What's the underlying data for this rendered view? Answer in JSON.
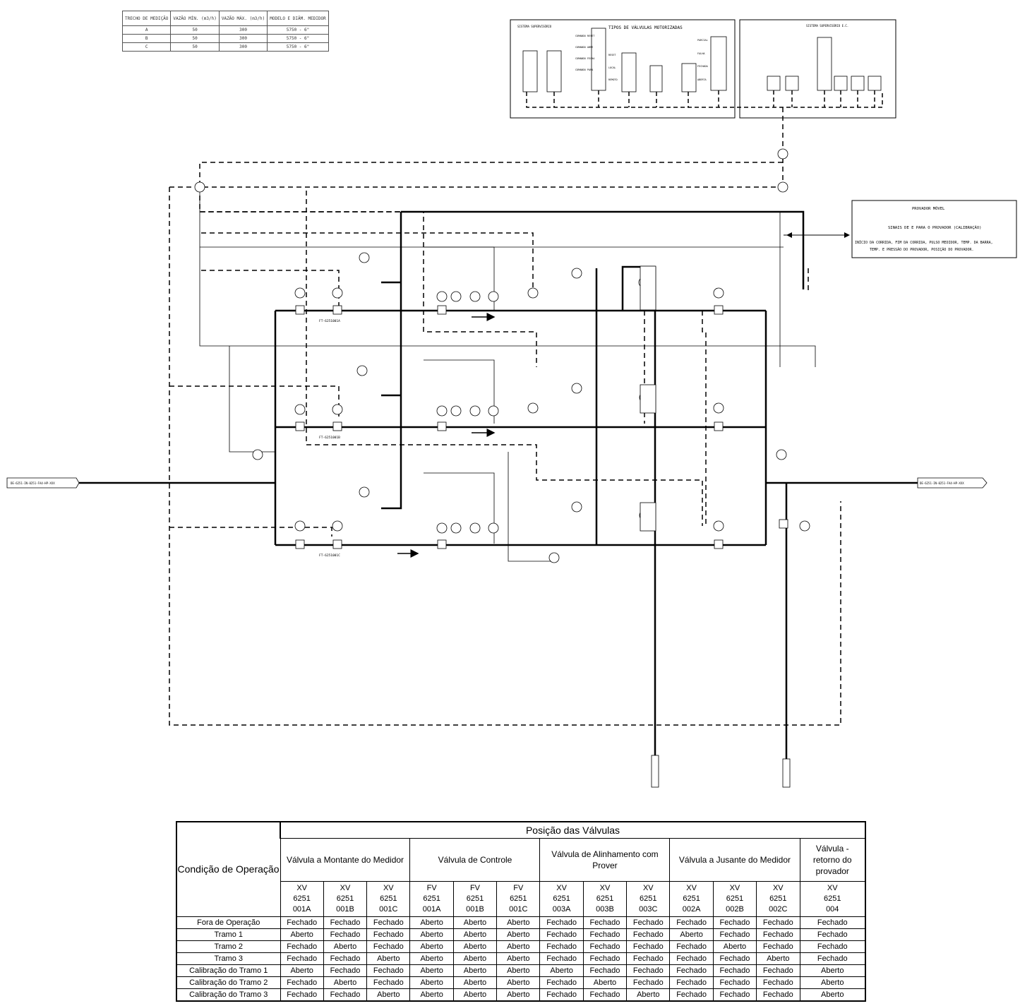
{
  "tramo_table": {
    "headers": [
      "TRECHO DE MEDIÇÃO",
      "VAZÃO MÍN. (m3/h)",
      "VAZÃO MÁX. (m3/h)",
      "MODELO E DIÂM. MEDIDOR"
    ],
    "rows": [
      [
        "A",
        "50",
        "300",
        "5750 - 6\""
      ],
      [
        "B",
        "50",
        "300",
        "5750 - 6\""
      ],
      [
        "C",
        "50",
        "300",
        "5750 - 6\""
      ]
    ]
  },
  "supervisory": {
    "title": "TIPOS DE VÁLVULAS MOTORIZADAS",
    "left_label": "SISTEMA SUPERVISÓRIO",
    "right_label": "SISTEMA SUPERVISÓRIO E.C.",
    "cmd_labels": [
      "COMANDO RESET",
      "COMANDO ABRE",
      "COMANDO FECHA",
      "COMANDO PARA"
    ],
    "status_labels": [
      "RESET",
      "LOCAL",
      "REMOTO"
    ],
    "side_labels": [
      "PARCIAL",
      "FALHA",
      "FECHADA",
      "ABERTA"
    ]
  },
  "prover_box": {
    "title": "PROVADOR MÓVEL",
    "line1": "SINAIS DE E PARA O PROVADOR (CALIBRAÇÃO)",
    "line2": "INÍCIO DA CORRIDA, FIM DA CORRIDA, PULSO MEDIDOR, TEMP. DA BARRA,",
    "line3": "TEMP. E PRESSÃO DO PROVADOR, POSIÇÃO DO PROVADOR."
  },
  "instrument_tags": {
    "ft_a": "FT-6251001A",
    "ft_b": "FT-6251001B",
    "ft_c": "FT-6251001C",
    "inlet": "DE-6251-IN-0251-FA4-HP-XXX",
    "outlet": "DE-6251-IN-0251-FA4-HP-XXX"
  },
  "valve_table": {
    "title": "Posição das Válvulas",
    "condition_header": "Condição de Operação",
    "groups": [
      {
        "label": "Válvula a Montante do Medidor",
        "span": 3
      },
      {
        "label": "Válvula de Controle",
        "span": 3
      },
      {
        "label": "Válvula de Alinhamento com Prover",
        "span": 3
      },
      {
        "label": "Válvula a Jusante do Medidor",
        "span": 3
      },
      {
        "label": "Válvula - retorno do provador",
        "span": 1
      }
    ],
    "tags": [
      [
        "XV",
        "6251",
        "001A"
      ],
      [
        "XV",
        "6251",
        "001B"
      ],
      [
        "XV",
        "6251",
        "001C"
      ],
      [
        "FV",
        "6251",
        "001A"
      ],
      [
        "FV",
        "6251",
        "001B"
      ],
      [
        "FV",
        "6251",
        "001C"
      ],
      [
        "XV",
        "6251",
        "003A"
      ],
      [
        "XV",
        "6251",
        "003B"
      ],
      [
        "XV",
        "6251",
        "003C"
      ],
      [
        "XV",
        "6251",
        "002A"
      ],
      [
        "XV",
        "6251",
        "002B"
      ],
      [
        "XV",
        "6251",
        "002C"
      ],
      [
        "XV",
        "6251",
        "004"
      ]
    ],
    "rows": [
      {
        "condition": "Fora de Operação",
        "values": [
          "Fechado",
          "Fechado",
          "Fechado",
          "Aberto",
          "Aberto",
          "Aberto",
          "Fechado",
          "Fechado",
          "Fechado",
          "Fechado",
          "Fechado",
          "Fechado",
          "Fechado"
        ]
      },
      {
        "condition": "Tramo 1",
        "values": [
          "Aberto",
          "Fechado",
          "Fechado",
          "Aberto",
          "Aberto",
          "Aberto",
          "Fechado",
          "Fechado",
          "Fechado",
          "Aberto",
          "Fechado",
          "Fechado",
          "Fechado"
        ]
      },
      {
        "condition": "Tramo 2",
        "values": [
          "Fechado",
          "Aberto",
          "Fechado",
          "Aberto",
          "Aberto",
          "Aberto",
          "Fechado",
          "Fechado",
          "Fechado",
          "Fechado",
          "Aberto",
          "Fechado",
          "Fechado"
        ]
      },
      {
        "condition": "Tramo 3",
        "values": [
          "Fechado",
          "Fechado",
          "Aberto",
          "Aberto",
          "Aberto",
          "Aberto",
          "Fechado",
          "Fechado",
          "Fechado",
          "Fechado",
          "Fechado",
          "Aberto",
          "Fechado"
        ]
      },
      {
        "condition": "Calibração do Tramo 1",
        "values": [
          "Aberto",
          "Fechado",
          "Fechado",
          "Aberto",
          "Aberto",
          "Aberto",
          "Aberto",
          "Fechado",
          "Fechado",
          "Fechado",
          "Fechado",
          "Fechado",
          "Aberto"
        ]
      },
      {
        "condition": "Calibração do Tramo 2",
        "values": [
          "Fechado",
          "Aberto",
          "Fechado",
          "Aberto",
          "Aberto",
          "Aberto",
          "Fechado",
          "Aberto",
          "Fechado",
          "Fechado",
          "Fechado",
          "Fechado",
          "Aberto"
        ]
      },
      {
        "condition": "Calibração do Tramo 3",
        "values": [
          "Fechado",
          "Fechado",
          "Aberto",
          "Aberto",
          "Aberto",
          "Aberto",
          "Fechado",
          "Fechado",
          "Aberto",
          "Fechado",
          "Fechado",
          "Fechado",
          "Aberto"
        ]
      }
    ]
  }
}
